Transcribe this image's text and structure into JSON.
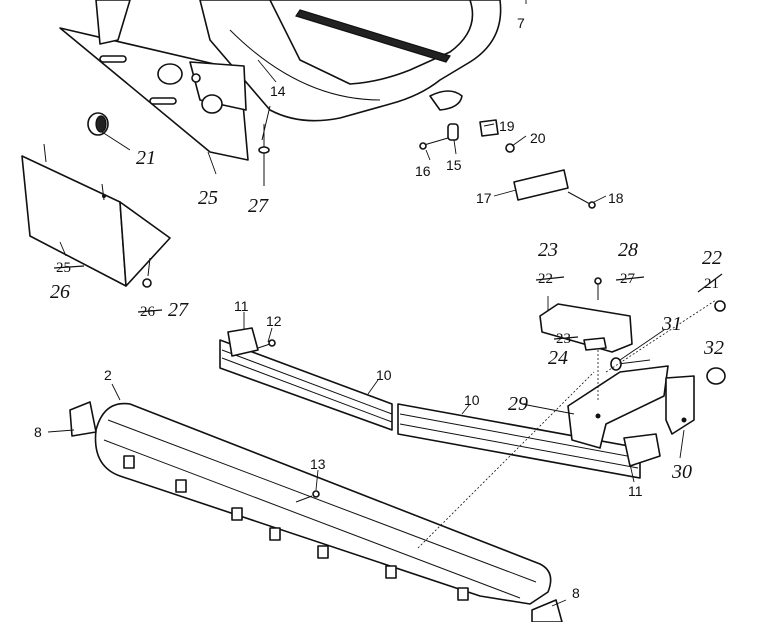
{
  "labels": {
    "l7": "7",
    "l14": "14",
    "l19": "19",
    "l20": "20",
    "l16": "16",
    "l15": "15",
    "l17": "17",
    "l18": "18",
    "l21": "21",
    "l25": "25",
    "l27": "27",
    "l25b": "25",
    "l26": "26",
    "l26b": "26",
    "l27b": "27",
    "l11a": "11",
    "l12": "12",
    "l10a": "10",
    "l10b": "10",
    "l2": "2",
    "l8a": "8",
    "l13": "13",
    "l8b": "8",
    "l11b": "11",
    "l23": "23",
    "l28": "28",
    "l22": "22",
    "l27c": "27",
    "l22b": "22",
    "l21b": "21",
    "l31": "31",
    "l23b": "23",
    "l24": "24",
    "l32": "32",
    "l29": "29",
    "l30": "30"
  }
}
